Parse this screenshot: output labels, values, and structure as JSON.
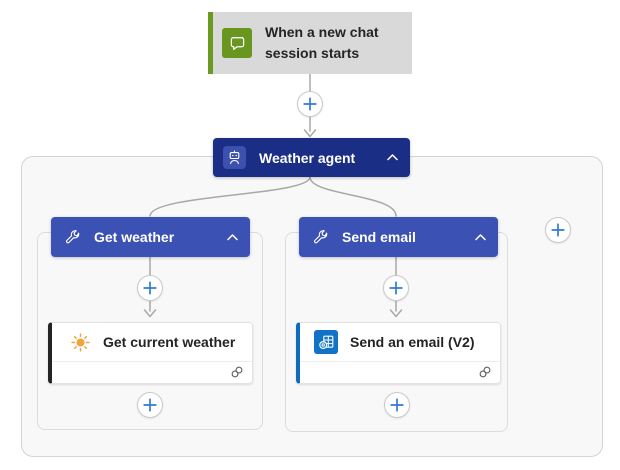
{
  "colors": {
    "trigger_bg": "#d9d9d9",
    "trigger_accent_green": "#6a9b1f",
    "trigger_icon_green": "#68961e",
    "agent_node_blue": "#1b2e86",
    "agent_chip_blue": "#3c51ad",
    "tool_header_blue": "#3b51b3",
    "plus_blue": "#3179d6",
    "wire_gray": "#a8a8a8",
    "panel_bg": "#f8f8f8",
    "panel_border": "#d4d4d4",
    "weather_card_accent": "#242424",
    "email_card_accent": "#0f6cbd",
    "outlook_icon_blue": "#1173c5",
    "sun_orange": "#f2a33c"
  },
  "trigger": {
    "title_lines": [
      "When a new chat",
      "session starts"
    ]
  },
  "agent": {
    "title": "Weather agent"
  },
  "tools": [
    {
      "title": "Get weather",
      "action": {
        "title": "Get current weather",
        "accent": "#242424"
      }
    },
    {
      "title": "Send email",
      "action": {
        "title": "Send an email (V2)",
        "accent": "#0f6cbd"
      }
    }
  ]
}
